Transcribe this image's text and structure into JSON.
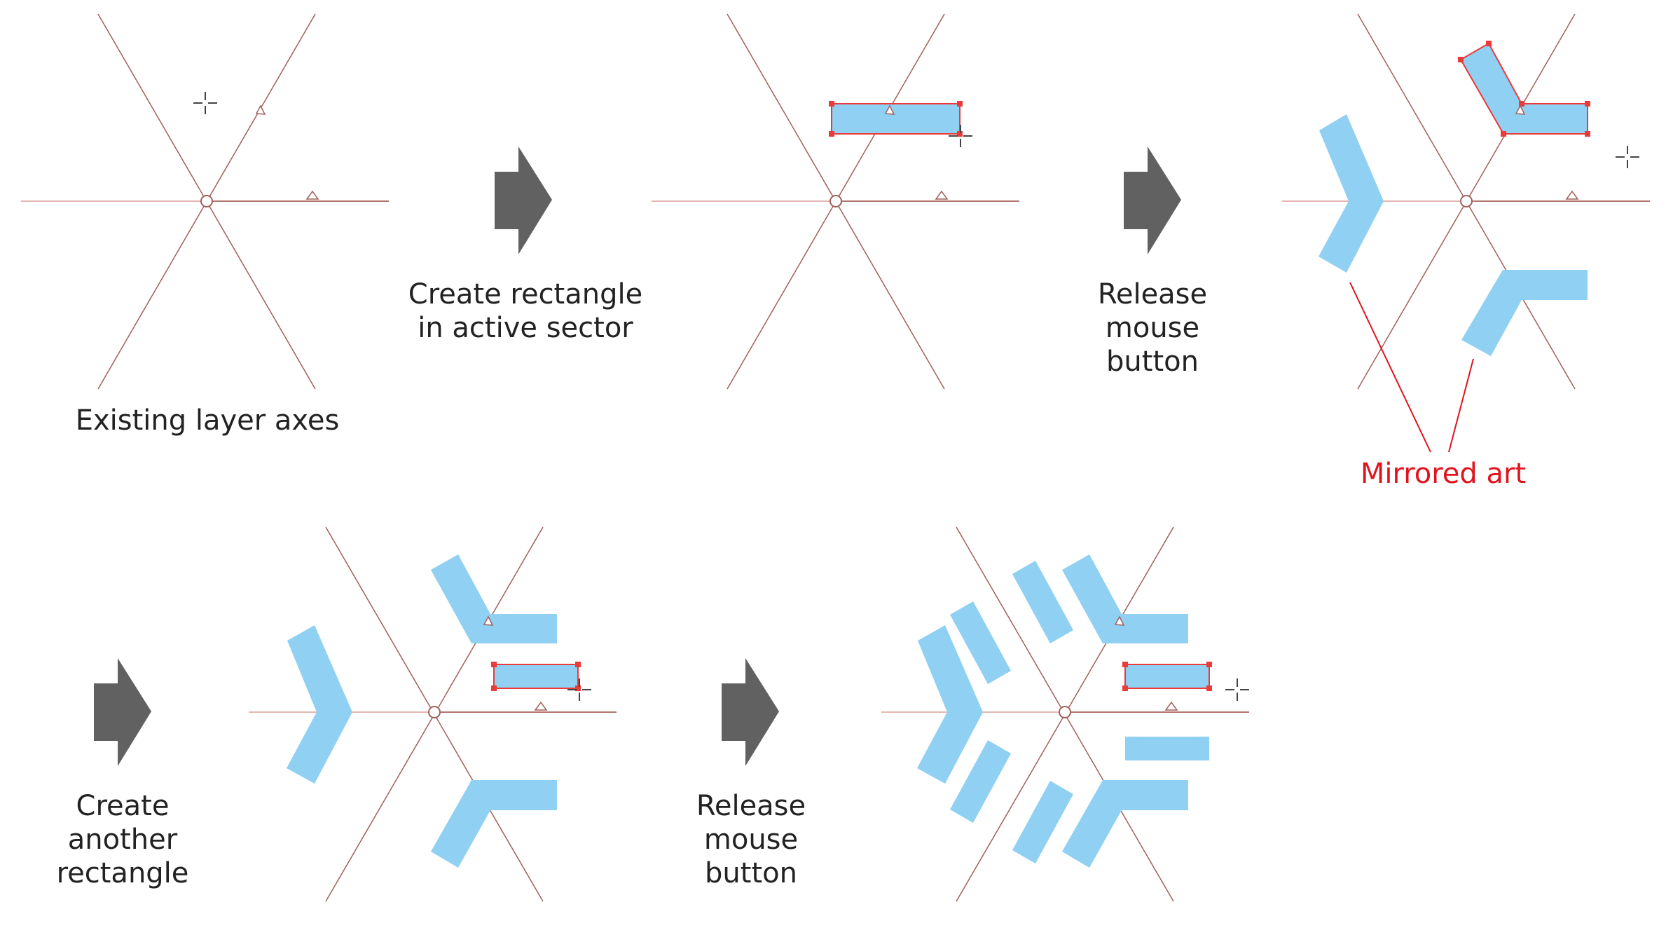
{
  "colors": {
    "axis": "#a1605b",
    "axis_faint": "#e5b6b2",
    "fill": "#8fd0f3",
    "selection": "#ea3a3a",
    "arrow": "#616161",
    "callout": "#e0141d",
    "text": "#222222"
  },
  "captions": {
    "existing_layer_axes": "Existing layer axes",
    "create_rectangle": "Create rectangle\nin active sector",
    "release_1": "Release\nmouse\nbutton",
    "mirrored_art": "Mirrored art",
    "create_another": "Create\nanother\nrectangle",
    "release_2": "Release\nmouse\nbutton"
  },
  "icons": {
    "step_arrow": "right-arrow-icon",
    "cursor": "crosshair-cursor-icon",
    "center": "axis-center-handle-icon",
    "angle_marker": "triangle-axis-marker-icon"
  }
}
